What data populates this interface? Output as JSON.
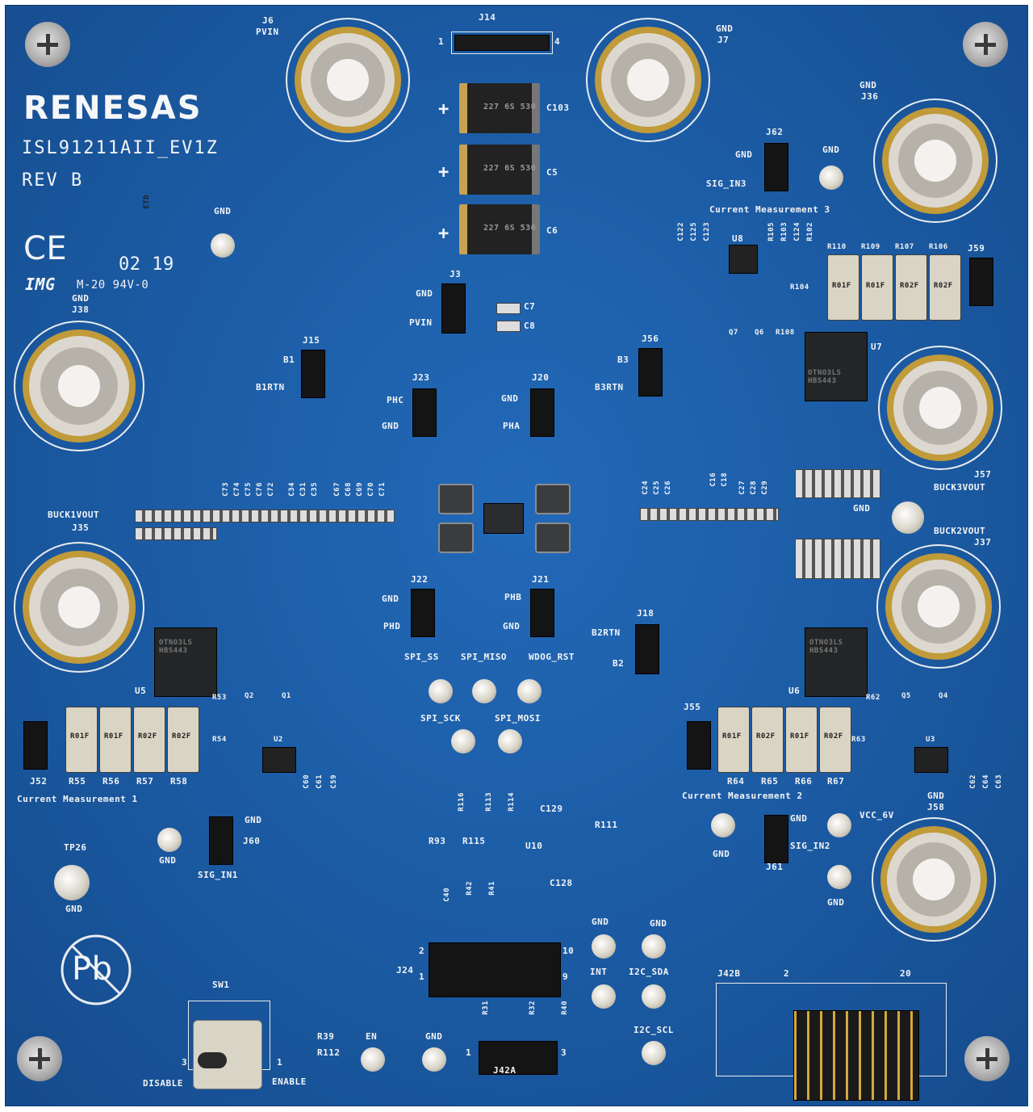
{
  "board": {
    "brand": "RENESAS",
    "part_number": "ISL91211AII_EV1Z",
    "revision": "REV B",
    "ce_mark": "CE",
    "date_code": "02 19",
    "img_mark": "IMG",
    "rating": "M-20 94V-0",
    "etd": "ETD"
  },
  "posts": {
    "j6": {
      "ref": "J6",
      "net": "PVIN"
    },
    "j7": {
      "ref": "J7",
      "net": "GND"
    },
    "j36": {
      "ref": "J36",
      "net": "GND"
    },
    "j38": {
      "ref": "J38",
      "net": "GND"
    },
    "j35": {
      "ref": "J35",
      "net": "BUCK1VOUT"
    },
    "j57": {
      "ref": "J57",
      "net": "BUCK3VOUT"
    },
    "j37": {
      "ref": "J37",
      "net": "BUCK2VOUT"
    },
    "j58": {
      "ref": "J58",
      "net": "GND"
    }
  },
  "headers": {
    "j14": {
      "ref": "J14",
      "pin_left": "1",
      "pin_right": "4"
    },
    "j3": {
      "ref": "J3",
      "top": "GND",
      "bottom": "PVIN"
    },
    "j15": {
      "ref": "J15",
      "top": "B1",
      "bottom": "B1RTN"
    },
    "j56": {
      "ref": "J56",
      "top": "B3",
      "bottom": "B3RTN"
    },
    "j23": {
      "ref": "J23",
      "top": "PHC",
      "bottom": "GND"
    },
    "j20": {
      "ref": "J20",
      "top": "GND",
      "bottom": "PHA"
    },
    "j22": {
      "ref": "J22",
      "top": "GND",
      "bottom": "PHD"
    },
    "j21": {
      "ref": "J21",
      "top": "PHB",
      "bottom": "GND"
    },
    "j18": {
      "ref": "J18",
      "top": "B2RTN",
      "bottom": "B2"
    },
    "j62": {
      "ref": "J62",
      "top": "GND",
      "bottom": "SIG_IN3"
    },
    "j59": {
      "ref": "J59"
    },
    "j52": {
      "ref": "J52"
    },
    "j55": {
      "ref": "J55"
    },
    "j60": {
      "ref": "J60",
      "top": "GND",
      "bottom": "SIG_IN1"
    },
    "j61": {
      "ref": "J61",
      "top": "GND",
      "bottom": "SIG_IN2"
    },
    "j24": {
      "ref": "J24",
      "pin_a": "2",
      "pin_b": "10",
      "pin_c": "1",
      "pin_d": "9"
    },
    "j42a": {
      "ref": "J42A",
      "pin_left": "1",
      "pin_right": "3"
    },
    "j42b": {
      "ref": "J42B",
      "pin_left": "2",
      "pin_right": "20"
    }
  },
  "sections": {
    "cm1": "Current Measurement 1",
    "cm2": "Current Measurement 2",
    "cm3": "Current Measurement 3"
  },
  "testpoints": {
    "gnd_tp9": "GND",
    "gnd_tp21": "GND",
    "gnd_tp25": "GND",
    "tp26": "TP26",
    "tp26_gnd": "GND",
    "tp10_gnd": "GND",
    "tp2_gnd": "GND",
    "vcc_6v": "VCC_6V",
    "tp4_gnd": "GND",
    "spi_ss": "SPI_SS",
    "spi_miso": "SPI_MISO",
    "wdog_rst": "WDOG_RST",
    "spi_sck": "SPI_SCK",
    "spi_mosi": "SPI_MOSI",
    "gnd_a": "GND",
    "gnd_b": "GND",
    "int": "INT",
    "i2c_sda": "I2C_SDA",
    "i2c_scl": "I2C_SCL",
    "en": "EN",
    "gnd_c": "GND"
  },
  "switch": {
    "ref": "SW1",
    "left": "DISABLE",
    "right": "ENABLE",
    "pin_left": "3",
    "pin_right": "1"
  },
  "caps_big": [
    {
      "ref": "C103",
      "marking": "227 6S 530"
    },
    {
      "ref": "C5",
      "marking": "227 6S 530"
    },
    {
      "ref": "C6",
      "marking": "227 6S 530"
    }
  ],
  "small_refs": {
    "c7": "C7",
    "c8": "C8",
    "u8": "U8",
    "u7": "U7",
    "u5": "U5",
    "u6": "U6",
    "u2": "U2",
    "u3": "U3",
    "u10": "U10",
    "q7": "Q7",
    "q6": "Q6",
    "q2": "Q2",
    "q1": "Q1",
    "q5": "Q5",
    "q4": "Q4",
    "r104": "R104",
    "r108": "R108",
    "r110": "R110",
    "r109": "R109",
    "r107": "R107",
    "r106": "R106",
    "r55": "R55",
    "r56": "R56",
    "r57": "R57",
    "r58": "R58",
    "r64": "R64",
    "r65": "R65",
    "r66": "R66",
    "r67": "R67",
    "r53": "R53",
    "r54": "R54",
    "r62": "R62",
    "r63": "R63",
    "r93": "R93",
    "r115": "R115",
    "r111": "R111",
    "r116": "R116",
    "r113": "R113",
    "r114": "R114",
    "c129": "C129",
    "c128": "C128",
    "c40": "C40",
    "r42": "R42",
    "r41": "R41",
    "r31": "R31",
    "r32": "R32",
    "r40": "R40",
    "r39": "R39",
    "r112": "R112",
    "c122": "C122",
    "c125": "C125",
    "c123": "C123",
    "r105": "R105",
    "r103": "R103",
    "c124": "C124",
    "r102": "R102",
    "c73": "C73",
    "c74": "C74",
    "c75": "C75",
    "c76": "C76",
    "c72": "C72",
    "c34": "C34",
    "c31": "C31",
    "c35": "C35",
    "c67": "C67",
    "c68": "C68",
    "c69": "C69",
    "c70": "C70",
    "c71": "C71",
    "c24": "C24",
    "c25": "C25",
    "c26": "C26",
    "c16": "C16",
    "c18": "C18",
    "c27": "C27",
    "c28": "C28",
    "c29": "C29",
    "c60": "C60",
    "c61": "C61",
    "c59": "C59",
    "c62": "C62",
    "c64": "C64",
    "c63": "C63"
  },
  "resistor_markings": {
    "r110": "R01F",
    "r109": "R01F",
    "r107": "R02F",
    "r106": "R02F",
    "r55": "R01F",
    "r56": "R01F",
    "r57": "R02F",
    "r58": "R02F",
    "r64": "R01F",
    "r65": "R02F",
    "r66": "R01F",
    "r67": "R02F"
  },
  "ic_markings": {
    "u5": "OTNO3LS HBS443",
    "u6": "OTNO3LS HBS443",
    "u7": "OTNO3LS HBS443"
  },
  "pb_symbol": "Pb"
}
